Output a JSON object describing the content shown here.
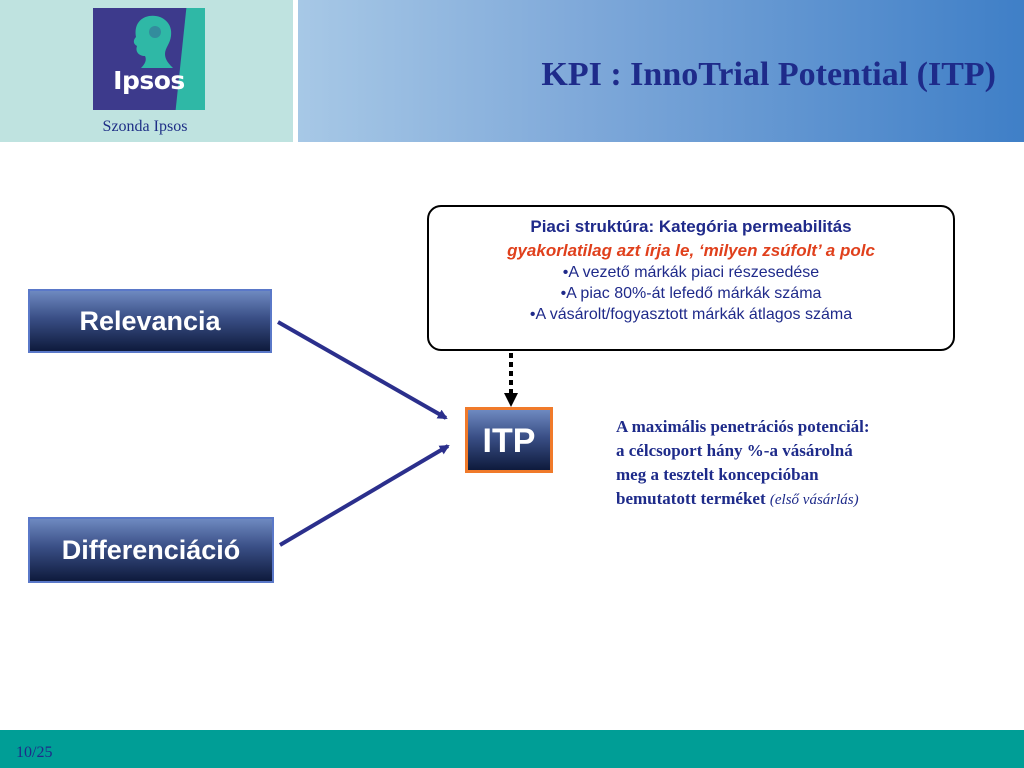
{
  "header": {
    "logo_text": "Ipsos",
    "logo_caption": "Szonda Ipsos",
    "title": "KPI : InnoTrial Potential (ITP)"
  },
  "structure_box": {
    "heading": "Piaci struktúra: Kategória permeabilitás",
    "subtitle": "gyakorlatilag azt írja le, ‘milyen zsúfolt’ a polc",
    "items": [
      "•A vezető márkák piaci részesedése",
      "•A piac 80%-át lefedő márkák száma",
      "•A vásárolt/fogyasztott márkák átlagos száma"
    ]
  },
  "nodes": {
    "relevancia": "Relevancia",
    "differenciacio": "Differenciáció",
    "itp": "ITP"
  },
  "description": {
    "lines": [
      "A maximális penetrációs potenciál:",
      "a célcsoport hány %-a vásárolná",
      "meg a tesztelt koncepcióban",
      "bemutatott terméket"
    ],
    "note": "(első vásárlás)"
  },
  "footer": {
    "page": "10/25"
  },
  "colors": {
    "accent_blue": "#1e2b8a",
    "highlight_orange": "#e0401c",
    "teal": "#009e96",
    "logo_purple": "#3d3a8c"
  },
  "icons": {
    "logo": "ipsos-face-logo"
  }
}
